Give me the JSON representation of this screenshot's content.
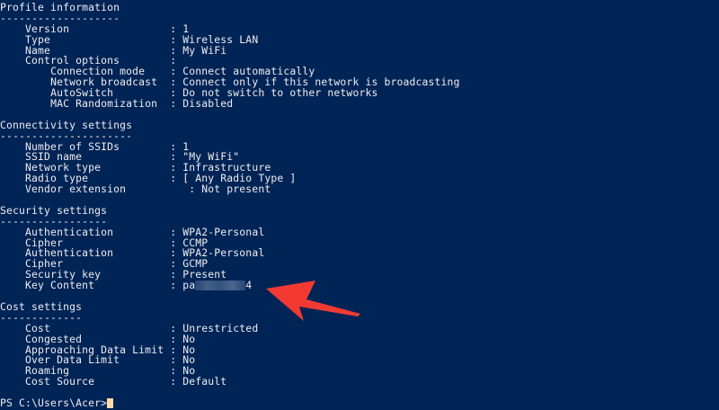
{
  "terminal": {
    "background": "#012456",
    "foreground": "#eeedf0",
    "sections": [
      {
        "title": "Profile information",
        "underline": "-------------------",
        "rows": [
          {
            "indent": 4,
            "label": "Version                ",
            "value": ": 1"
          },
          {
            "indent": 4,
            "label": "Type                   ",
            "value": ": Wireless LAN"
          },
          {
            "indent": 4,
            "label": "Name                   ",
            "value": ": My WiFi"
          },
          {
            "indent": 4,
            "label": "Control options        ",
            "value": ":"
          },
          {
            "indent": 8,
            "label": "Connection mode    ",
            "value": ": Connect automatically"
          },
          {
            "indent": 8,
            "label": "Network broadcast  ",
            "value": ": Connect only if this network is broadcasting"
          },
          {
            "indent": 8,
            "label": "AutoSwitch         ",
            "value": ": Do not switch to other networks"
          },
          {
            "indent": 8,
            "label": "MAC Randomization  ",
            "value": ": Disabled"
          }
        ]
      },
      {
        "title": "Connectivity settings",
        "underline": "---------------------",
        "rows": [
          {
            "indent": 4,
            "label": "Number of SSIDs        ",
            "value": ": 1"
          },
          {
            "indent": 4,
            "label": "SSID name              ",
            "value": ": \"My WiFi\""
          },
          {
            "indent": 4,
            "label": "Network type           ",
            "value": ": Infrastructure"
          },
          {
            "indent": 4,
            "label": "Radio type             ",
            "value": ": [ Any Radio Type ]"
          },
          {
            "indent": 4,
            "label": "Vendor extension          ",
            "value": ": Not present"
          }
        ]
      },
      {
        "title": "Security settings",
        "underline": "-----------------",
        "rows": [
          {
            "indent": 4,
            "label": "Authentication         ",
            "value": ": WPA2-Personal"
          },
          {
            "indent": 4,
            "label": "Cipher                 ",
            "value": ": CCMP"
          },
          {
            "indent": 4,
            "label": "Authentication         ",
            "value": ": WPA2-Personal"
          },
          {
            "indent": 4,
            "label": "Cipher                 ",
            "value": ": GCMP"
          },
          {
            "indent": 4,
            "label": "Security key           ",
            "value": ": Present"
          },
          {
            "indent": 4,
            "label": "Key Content            ",
            "value": ": pa",
            "redacted": true,
            "value_suffix": "4"
          }
        ]
      },
      {
        "title": "Cost settings",
        "underline": "-------------",
        "rows": [
          {
            "indent": 4,
            "label": "Cost                   ",
            "value": ": Unrestricted"
          },
          {
            "indent": 4,
            "label": "Congested              ",
            "value": ": No"
          },
          {
            "indent": 4,
            "label": "Approaching Data Limit ",
            "value": ": No"
          },
          {
            "indent": 4,
            "label": "Over Data Limit        ",
            "value": ": No"
          },
          {
            "indent": 4,
            "label": "Roaming                ",
            "value": ": No"
          },
          {
            "indent": 4,
            "label": "Cost Source            ",
            "value": ": Default"
          }
        ]
      }
    ],
    "prompt": "PS C:\\Users\\Acer>",
    "cursor_color": "#fedba9"
  },
  "annotation": {
    "type": "arrow",
    "color": "#f23a33",
    "points_to": "Key Content value"
  }
}
